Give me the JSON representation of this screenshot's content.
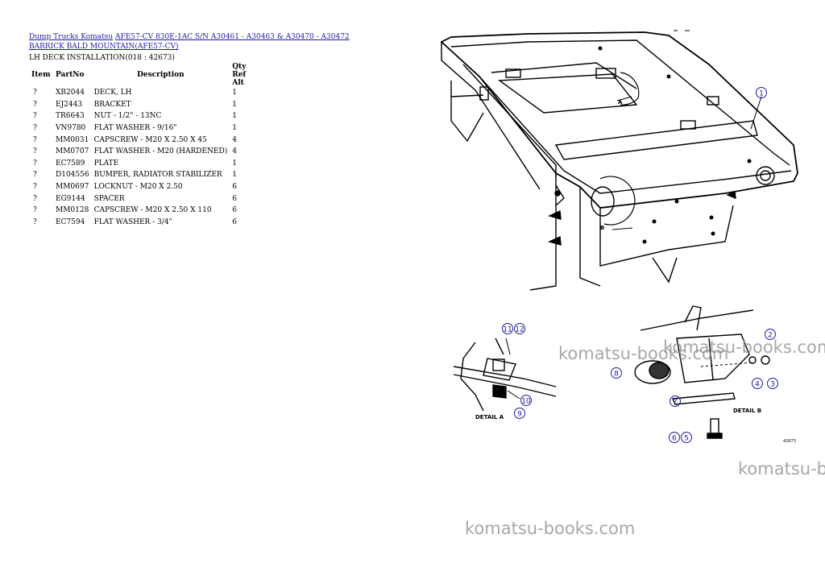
{
  "breadcrumb": {
    "link_1": "Dump Trucks Komatsu",
    "link_2": "AFE57-CV 830E-1AC S/N A30461 - A30463 & A30470 - A30472 BARRICK BALD MOUNTAIN(AFE57-CV)"
  },
  "section_title": "LH DECK INSTALLATION(018 : 42673)",
  "table": {
    "headers": [
      "Item",
      "PartNo",
      "Description",
      "Qty Ref Alt"
    ],
    "rows": [
      {
        "item": "?",
        "part": "XB2044",
        "desc": "DECK, LH",
        "qty": "1"
      },
      {
        "item": "?",
        "part": "EJ2443",
        "desc": "BRACKET",
        "qty": "1"
      },
      {
        "item": "?",
        "part": "TR6643",
        "desc": "NUT - 1/2\" - 13NC",
        "qty": "1"
      },
      {
        "item": "?",
        "part": "VN9780",
        "desc": "FLAT WASHER - 9/16\"",
        "qty": "1"
      },
      {
        "item": "?",
        "part": "MM0031",
        "desc": "CAPSCREW - M20 X 2.50 X 45",
        "qty": "4"
      },
      {
        "item": "?",
        "part": "MM0707",
        "desc": "FLAT WASHER - M20 (HARDENED)",
        "qty": "4"
      },
      {
        "item": "?",
        "part": "EC7589",
        "desc": "PLATE",
        "qty": "1"
      },
      {
        "item": "?",
        "part": "D104556",
        "desc": "BUMPER, RADIATOR STABILIZER",
        "qty": "1"
      },
      {
        "item": "?",
        "part": "MM0697",
        "desc": "LOCKNUT - M20 X 2.50",
        "qty": "6"
      },
      {
        "item": "?",
        "part": "EG9144",
        "desc": "SPACER",
        "qty": "6"
      },
      {
        "item": "?",
        "part": "MM0128",
        "desc": "CAPSCREW - M20 X 2.50 X 110",
        "qty": "6"
      },
      {
        "item": "?",
        "part": "EC7594",
        "desc": "FLAT WASHER - 3/4\"",
        "qty": "6"
      }
    ]
  },
  "drawing": {
    "callouts": [
      "1",
      "2",
      "3",
      "4",
      "5",
      "6",
      "7",
      "8",
      "9",
      "10",
      "11",
      "12"
    ],
    "view_labels": {
      "a": "A",
      "b": "B"
    },
    "detail_a": "DETAIL A",
    "detail_b": "DETAIL B",
    "drawing_no": "42673"
  },
  "watermark": {
    "w1": "komatsu-books.com",
    "w2": "komatsu-books.com",
    "w3": "komatsu-b",
    "w4": "komatsu-books.com"
  },
  "colors": {
    "link": "#1a1aaa",
    "callout": "#1c1c9c",
    "watermark": "#8a8a8a"
  }
}
